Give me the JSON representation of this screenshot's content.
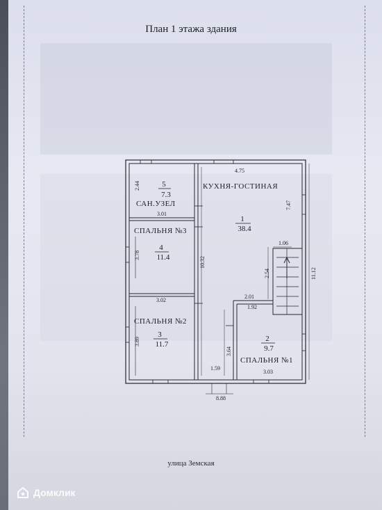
{
  "document": {
    "title": "План 1 этажа здания",
    "street": "улица Земская",
    "watermark": "Домклик"
  },
  "rooms": [
    {
      "id": "5",
      "area": "7.3",
      "name": "САН.УЗЕЛ"
    },
    {
      "id": "1",
      "area": "38.4",
      "name": "КУХНЯ-ГОСТИНАЯ"
    },
    {
      "id": "4",
      "area": "11.4",
      "name": "СПАЛЬНЯ №3"
    },
    {
      "id": "3",
      "area": "11.7",
      "name": "СПАЛЬНЯ №2"
    },
    {
      "id": "2",
      "area": "9.7",
      "name": "СПАЛЬНЯ №1"
    }
  ],
  "dimensions": {
    "d_2_44": "2.44",
    "d_4_75": "4.75",
    "d_3_01": "3.01",
    "d_7_47": "7.47",
    "d_1_06": "1.06",
    "d_3_78": "3.78",
    "d_10_32": "10.32",
    "d_2_54": "2.54",
    "d_11_12": "11.12",
    "d_3_02": "3.02",
    "d_2_01": "2.01",
    "d_1_92": "1.92",
    "d_3_89": "3.89",
    "d_3_64": "3.64",
    "d_1_59": "1.59",
    "d_3_03": "3.03",
    "d_8_88": "8.88"
  }
}
